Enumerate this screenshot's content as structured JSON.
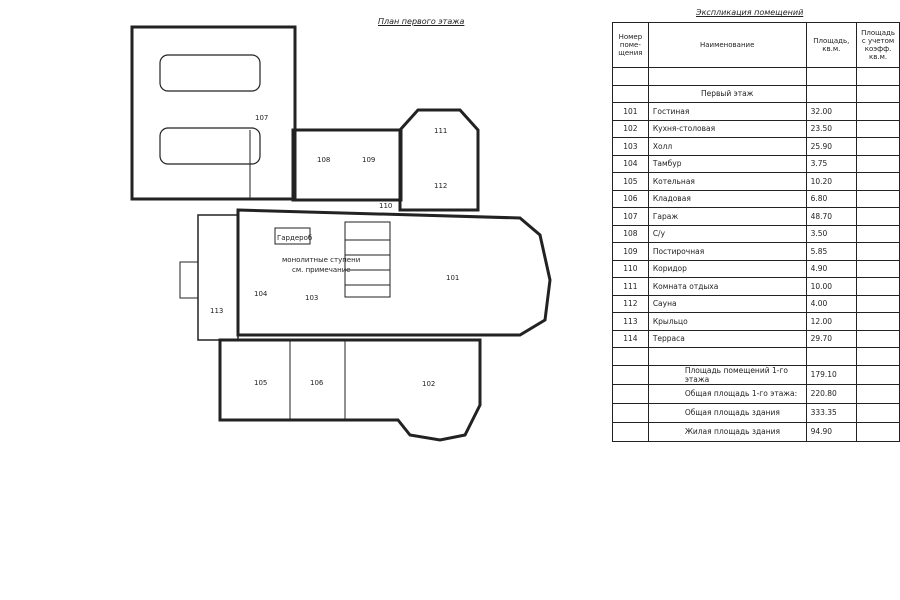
{
  "plan": {
    "title": "План первого этажа",
    "labels": {
      "wardrobe": "Гардероб",
      "stairs_note_1": "монолитные ступени",
      "stairs_note_2": "см. примечание"
    },
    "rooms": [
      "101",
      "102",
      "103",
      "104",
      "105",
      "106",
      "107",
      "108",
      "109",
      "110",
      "111",
      "112",
      "113"
    ]
  },
  "table": {
    "title": "Экспликация помещений",
    "headers": [
      "Номер поме-щения",
      "Наименование",
      "Площадь, кв.м.",
      "Площадь с учетом коэфф. кв.м."
    ],
    "floor": "Первый этаж",
    "rows": [
      [
        "101",
        "Гостиная",
        "32.00"
      ],
      [
        "102",
        "Кухня-столовая",
        "23.50"
      ],
      [
        "103",
        "Холл",
        "25.90"
      ],
      [
        "104",
        "Тамбур",
        "3.75"
      ],
      [
        "105",
        "Котельная",
        "10.20"
      ],
      [
        "106",
        "Кладовая",
        "6.80"
      ],
      [
        "107",
        "Гараж",
        "48.70"
      ],
      [
        "108",
        "С/у",
        "3.50"
      ],
      [
        "109",
        "Постирочная",
        "5.85"
      ],
      [
        "110",
        "Коридор",
        "4.90"
      ],
      [
        "111",
        "Комната отдыха",
        "10.00"
      ],
      [
        "112",
        "Сауна",
        "4.00"
      ],
      [
        "113",
        "Крыльцо",
        "12.00"
      ],
      [
        "114",
        "Терраса",
        "29.70"
      ]
    ],
    "summary": [
      [
        "Площадь помещений 1-го этажа",
        "179.10"
      ],
      [
        "Общая площадь 1-го этажа:",
        "220.80"
      ],
      [
        "Общая площадь здания",
        "333.35"
      ],
      [
        "Жилая площадь здания",
        "94.90"
      ]
    ]
  }
}
